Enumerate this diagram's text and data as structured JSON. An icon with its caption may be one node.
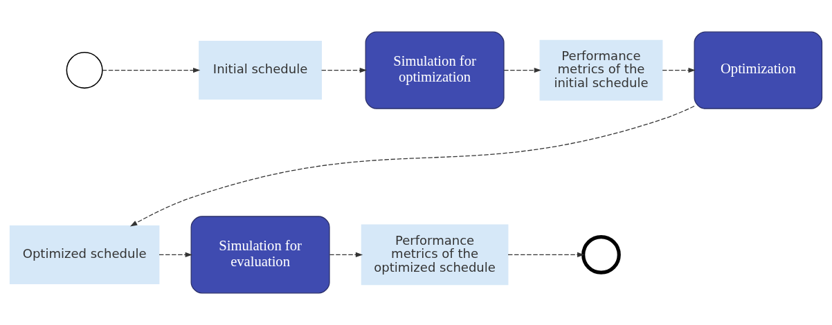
{
  "diagram": {
    "nodes": [
      {
        "text": [],
        "shape": "circle"
      },
      {
        "text": [
          "Initial schedule"
        ]
      },
      {
        "text": [
          "Simulation for optimization"
        ]
      },
      {
        "text": [
          "Performance metrics of the initial schedule"
        ]
      },
      {
        "text": [
          "Optimization"
        ]
      },
      {
        "text": [
          "Optimized schedule"
        ]
      },
      {
        "text": [
          "Simulation for evaluation"
        ]
      },
      {
        "text": [
          "Performance metrics of the optimized schedule"
        ]
      },
      {
        "text": [],
        "shape": "circle"
      }
    ],
    "edges": [
      {
        "from": 0,
        "to": 1,
        "arrow": "to",
        "style": "dashed"
      },
      {
        "from": 1,
        "to": 2,
        "arrow": "to",
        "style": "dashed"
      },
      {
        "from": 2,
        "to": 3,
        "arrow": "to",
        "style": "dashed"
      },
      {
        "from": 3,
        "to": 4,
        "arrow": "to",
        "style": "dashed"
      },
      {
        "from": 4,
        "to": 5,
        "arrow": "to",
        "style": "dashed"
      },
      {
        "from": 5,
        "to": 6,
        "arrow": "to",
        "style": "dashed"
      },
      {
        "from": 6,
        "to": 7,
        "arrow": "to",
        "style": "dashed"
      },
      {
        "from": 7,
        "to": 8,
        "arrow": "to",
        "style": "dashed"
      }
    ]
  }
}
